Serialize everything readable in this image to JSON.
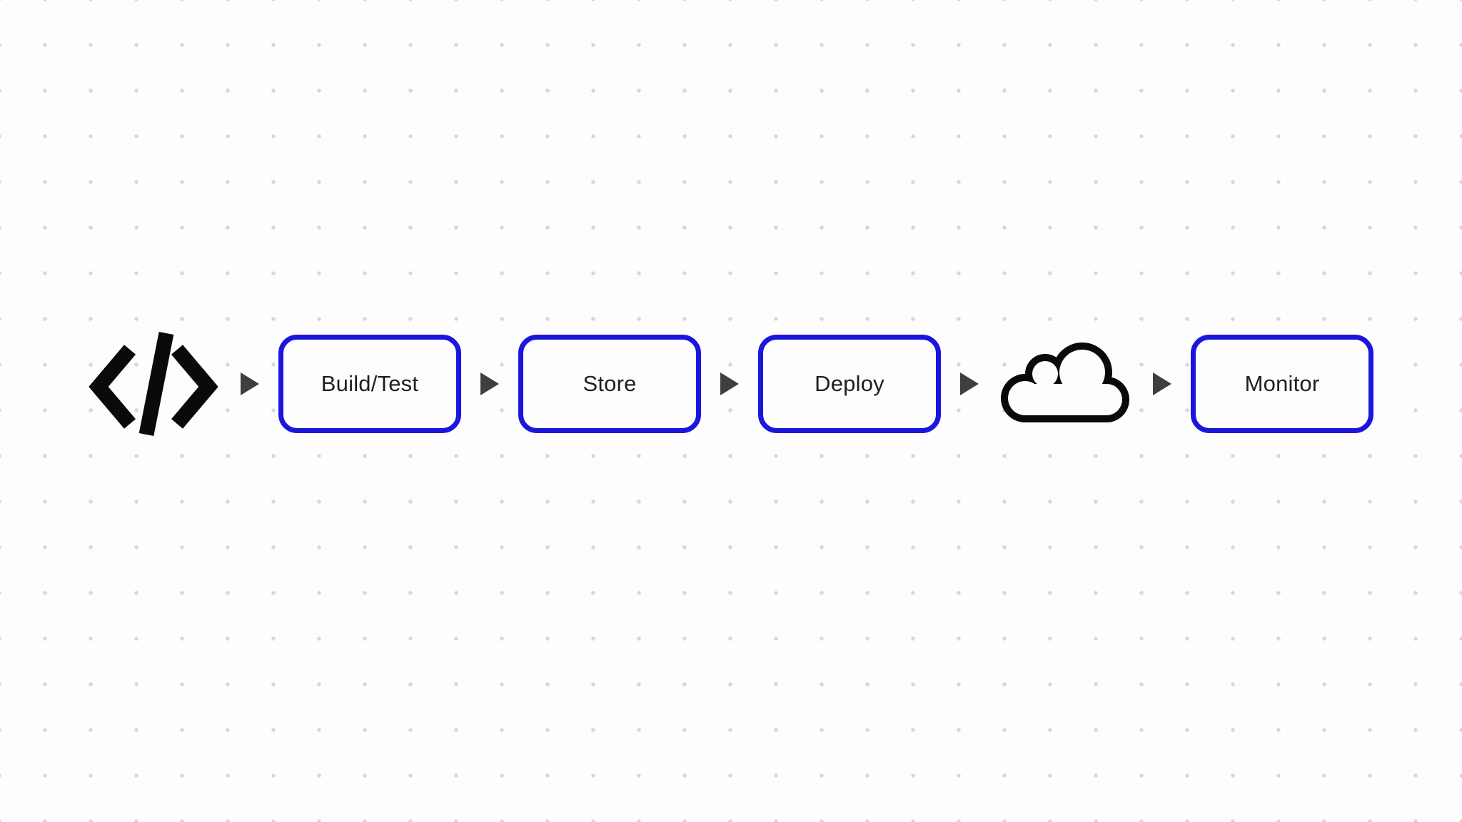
{
  "diagram": {
    "type": "flowchart",
    "description": "CI/CD pipeline flow from source code to monitoring",
    "nodes": [
      {
        "id": "source",
        "kind": "icon",
        "icon": "code-icon"
      },
      {
        "id": "build",
        "kind": "box",
        "label": "Build/Test"
      },
      {
        "id": "store",
        "kind": "box",
        "label": "Store"
      },
      {
        "id": "deploy",
        "kind": "box",
        "label": "Deploy"
      },
      {
        "id": "cloud",
        "kind": "icon",
        "icon": "cloud-icon"
      },
      {
        "id": "monitor",
        "kind": "box",
        "label": "Monitor"
      }
    ],
    "connectors": [
      {
        "from": "source",
        "to": "build",
        "style": "triangle-arrowhead"
      },
      {
        "from": "build",
        "to": "store",
        "style": "triangle-arrowhead"
      },
      {
        "from": "store",
        "to": "deploy",
        "style": "triangle-arrowhead"
      },
      {
        "from": "deploy",
        "to": "cloud",
        "style": "triangle-arrowhead"
      },
      {
        "from": "cloud",
        "to": "monitor",
        "style": "triangle-arrowhead"
      }
    ],
    "colors": {
      "background": "#fdfdfd",
      "dot_grid": "#d7d7d7",
      "box_border": "#1c16dd",
      "box_fill": "#fdfdfe",
      "label_text": "#1d1f23",
      "arrow": "#3d4043",
      "icon_stroke": "#0a0a0a"
    }
  }
}
